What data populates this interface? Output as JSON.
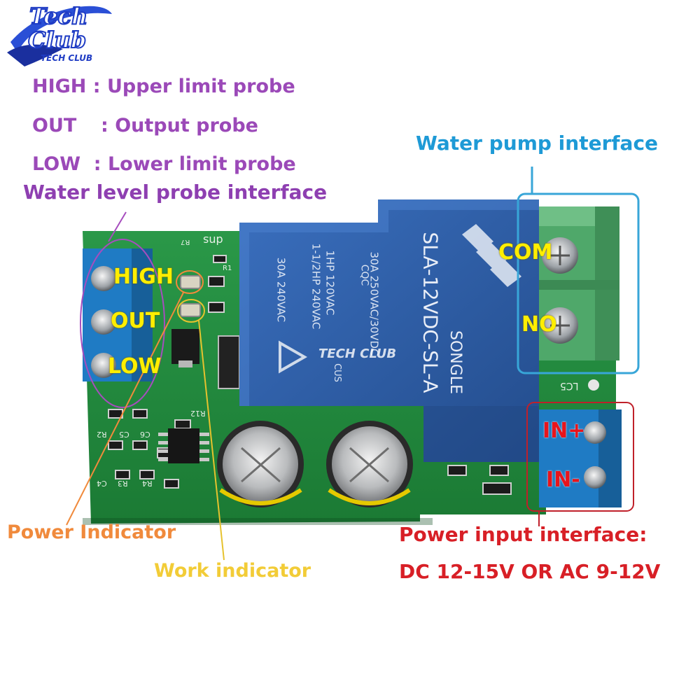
{
  "logo": {
    "word1": "Tech",
    "word2": "Club",
    "tagline": "TECH CLUB",
    "watermark_tagline": "TECH CLUB"
  },
  "legend": {
    "high": "HIGH : Upper limit probe",
    "out_key": "OUT",
    "out_desc": ": Output probe",
    "low": "LOW  : Lower limit probe"
  },
  "labels": {
    "probe_interface": "Water level probe interface",
    "pump_interface": "Water pump interface",
    "power_indicator": "Power Indicator",
    "work_indicator": "Work indicator",
    "power_input_line1": "Power input interface:",
    "power_input_line2": "DC 12-15V OR AC 9-12V"
  },
  "board_terminals": {
    "high": "HIGH",
    "out": "OUT",
    "low": "LOW",
    "com": "COM",
    "no": "NO",
    "in_plus": "IN+",
    "in_minus": "IN-"
  },
  "relay": {
    "model": "SLA-12VDC-SL-A",
    "brand": "SONGLE",
    "rating_1": "30A 250VAC/30VDC",
    "rating_2": "1HP 120VAC",
    "rating_3": "1-1/2HP 240VAC",
    "rating_4": "30A 240VAC",
    "cert": "CQC",
    "cert_2": "CUS"
  },
  "silkscreen": {
    "r2": "R2",
    "r3": "R3",
    "r4": "R4",
    "c4": "C4",
    "c5": "C5",
    "c6": "C6",
    "r12": "R12",
    "lcs": "LC5",
    "r7": "R7",
    "r1": "R1",
    "ic": "dns"
  },
  "colors": {
    "pcb_green": "#1f8a3c",
    "terminal_blue": "#1f7bc4",
    "relay_blue": "#2f5fa8",
    "terminal_green": "#4fa86a",
    "probe_circle": "#a64dbe",
    "pump_box": "#38a6d8",
    "power_box": "#c0202a",
    "power_indicator_line": "#f08a3c",
    "work_indicator_line": "#e6c22e"
  }
}
